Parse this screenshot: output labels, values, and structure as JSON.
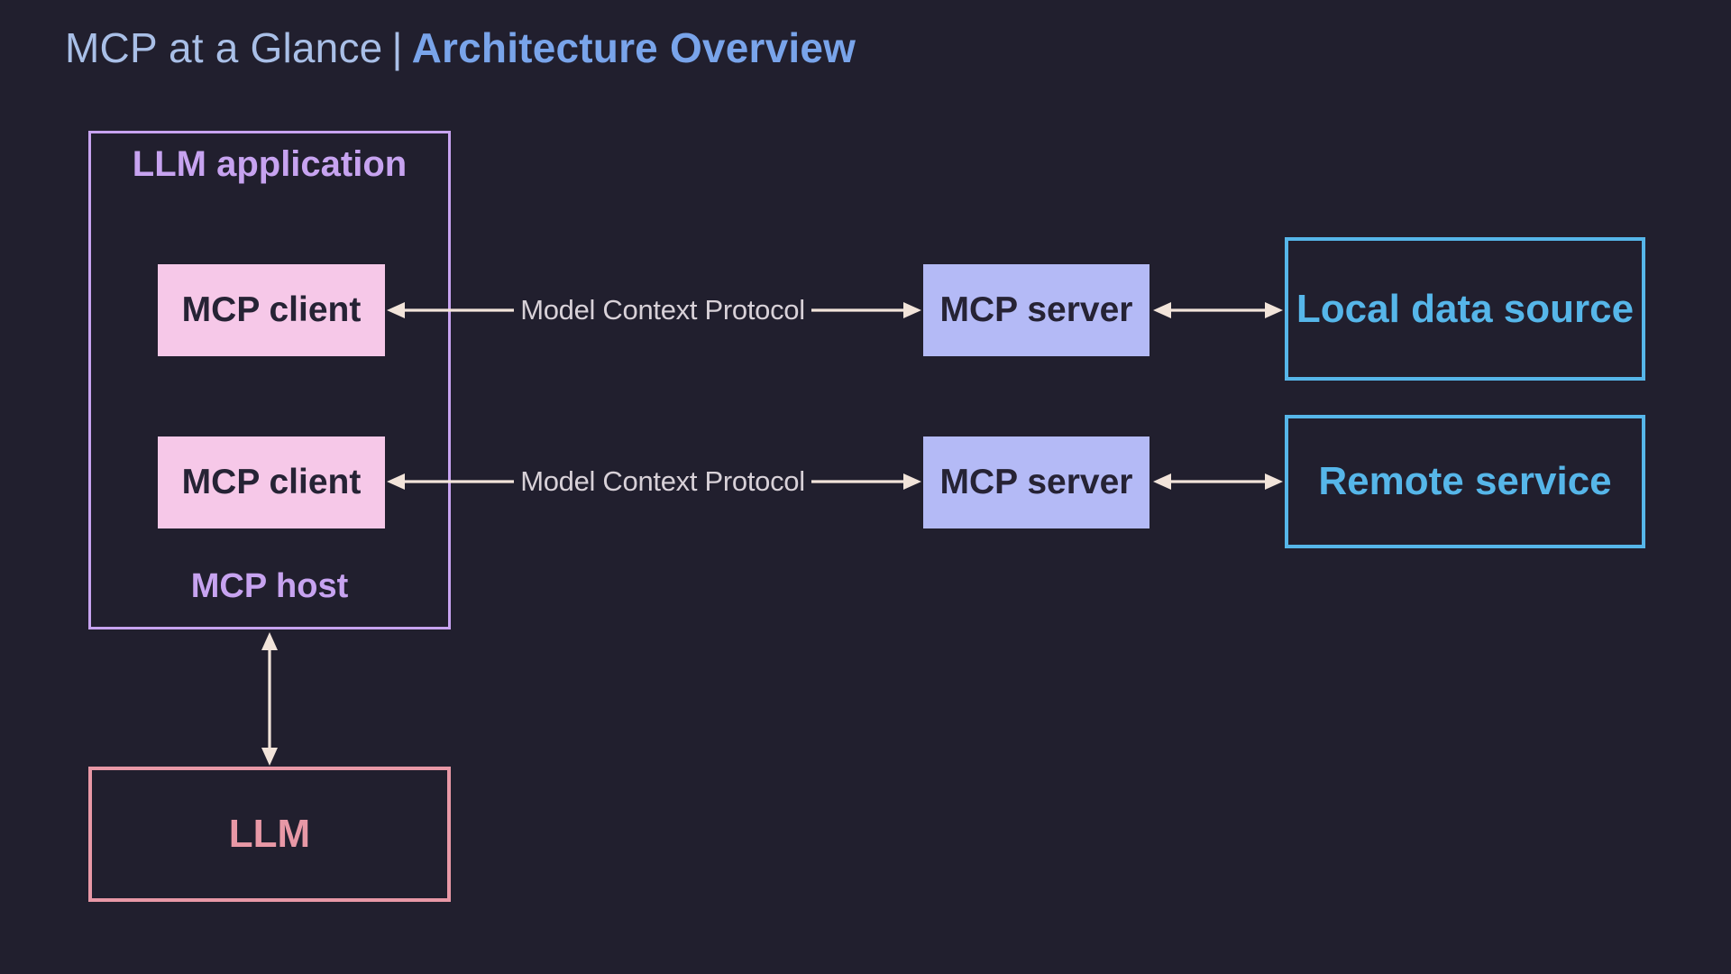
{
  "slide": {
    "title_prefix": "MCP at a Glance",
    "title_separator": "|",
    "title_emphasis": "Architecture Overview"
  },
  "colors": {
    "bg": "#211f2e",
    "title_light": "#a9bfe7",
    "title_bold": "#79a4ea",
    "purple": "#c7a3f0",
    "pink_fill": "#f6c8e8",
    "periwinkle": "#b4baf6",
    "cyan": "#56b6e9",
    "salmon": "#e898a6",
    "arrow": "#f2e4da",
    "protocol_text": "#d8d1d8",
    "dark_text": "#262335"
  },
  "diagram": {
    "llm_application_label": "LLM application",
    "mcp_host_label": "MCP host",
    "mcp_client_1": "MCP client",
    "mcp_client_2": "MCP client",
    "mcp_server_1": "MCP server",
    "mcp_server_2": "MCP server",
    "protocol_label_1": "Model Context Protocol",
    "protocol_label_2": "Model Context Protocol",
    "local_data_source_label": "Local data source",
    "remote_service_label": "Remote service",
    "llm_label": "LLM"
  }
}
